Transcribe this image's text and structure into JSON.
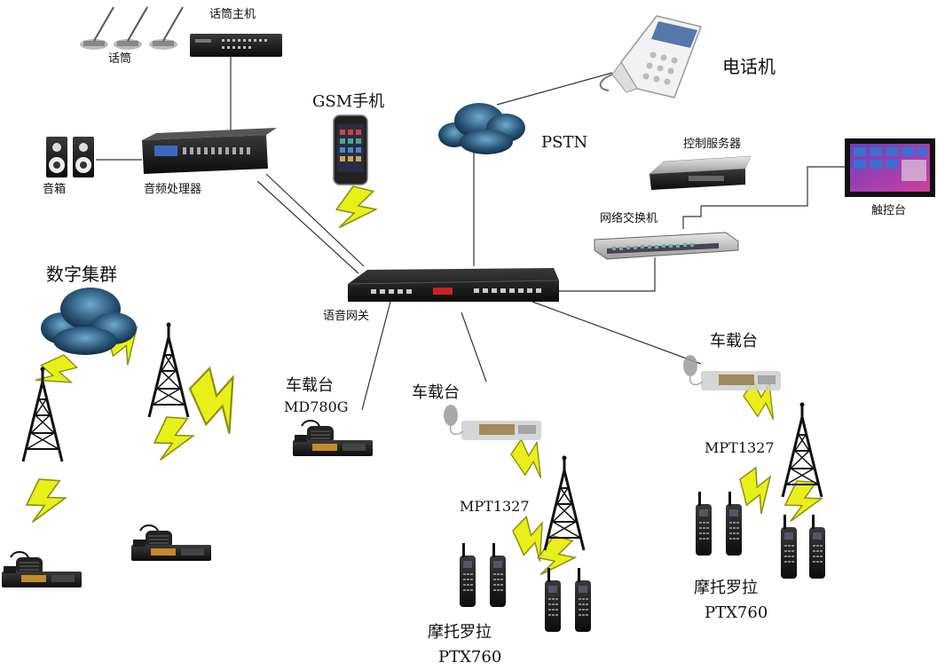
{
  "labels": {
    "mic": "话筒",
    "mic_host": "话筒主机",
    "speaker": "音箱",
    "audio_processor": "音频处理器",
    "gsm_phone": "GSM手机",
    "pstn": "PSTN",
    "telephone": "电话机",
    "control_server": "控制服务器",
    "network_switch": "网络交换机",
    "touch_console": "触控台",
    "digital_trunking": "数字集群",
    "voice_gateway": "语音网关",
    "vehicle_radio_1": "车载台",
    "vehicle_radio_1_model": "MD780G",
    "vehicle_radio_2": "车载台",
    "vehicle_radio_3": "车载台",
    "mpt_center": "MPT1327",
    "mpt_right": "MPT1327",
    "motorola_center": "摩托罗拉",
    "ptx_center": "PTX760",
    "motorola_right": "摩托罗拉",
    "ptx_right": "PTX760"
  },
  "colors": {
    "line": "#333333",
    "bolt": "#e8f01a",
    "bolt_stroke": "#8c8f10",
    "cloud": "#2d5a7c",
    "device_dark": "#1e1e1e",
    "screen_blue": "#1c4a8c"
  }
}
